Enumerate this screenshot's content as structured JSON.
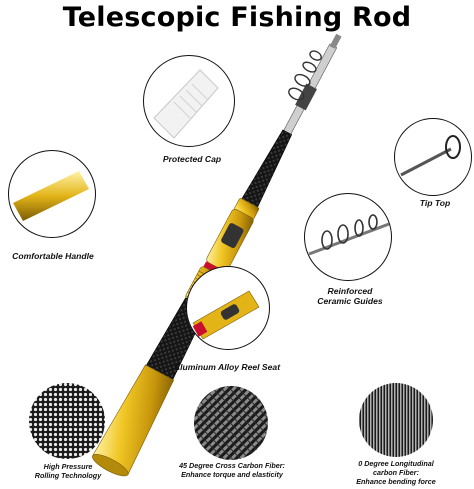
{
  "title": "Telescopic Fishing Rod",
  "labels": {
    "protected_cap": "Protected Cap",
    "tip_top": "Tip Top",
    "comfortable_handle": "Comfortable Handle",
    "ceramic_guides_1": "Reinforced",
    "ceramic_guides_2": "Ceramic Guides",
    "reel_seat": "Aluminum Alloy Reel Seat",
    "hp_1": "High Pressure",
    "hp_2": "Rolling Technology",
    "cf45_1": "45 Degree Cross Carbon Fiber:",
    "cf45_2": "Enhance torque and elasticity",
    "cf0_1": "0 Degree Longitudinal",
    "cf0_2": "carbon Fiber:",
    "cf0_3": "Enhance bending force"
  },
  "colors": {
    "gold": "#e2b418",
    "gold_dark": "#9a7408",
    "carbon": "#1a1a1a",
    "red_accent": "#c8102e"
  }
}
